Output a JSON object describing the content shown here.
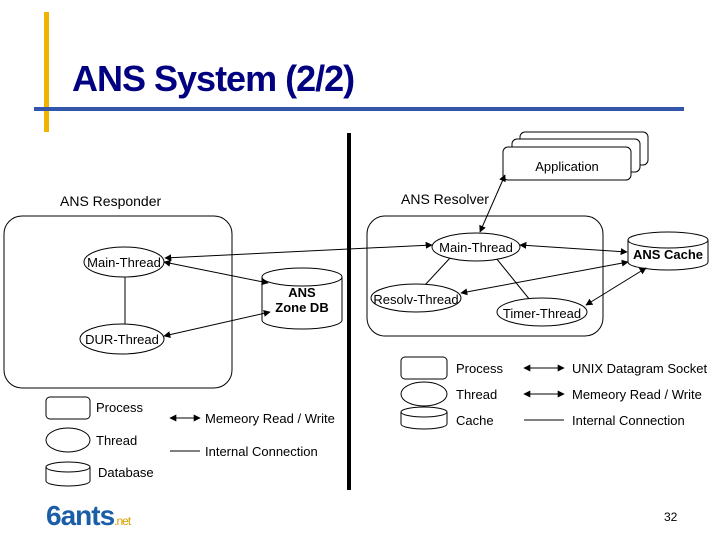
{
  "slide": {
    "title": "ANS System (2/2)",
    "page_number": "32",
    "logo_text": "6ants",
    "logo_suffix": ".net"
  },
  "colors": {
    "title": "#000080",
    "accent_bar": "#f0b400",
    "title_rule": "#3355aa"
  },
  "application": {
    "label": "Application"
  },
  "responder": {
    "heading": "ANS Responder",
    "main_thread": "Main-Thread",
    "dur_thread": "DUR-Thread",
    "zone_db": [
      "ANS",
      "Zone DB"
    ]
  },
  "resolver": {
    "heading": "ANS Resolver",
    "main_thread": "Main-Thread",
    "resolv_thread": "Resolv-Thread",
    "timer_thread": "Timer-Thread",
    "cache": "ANS Cache"
  },
  "legend_left": {
    "process": "Process",
    "thread": "Thread",
    "database": "Database",
    "memory": "Memeory Read / Write",
    "internal": "Internal Connection"
  },
  "legend_right": {
    "process": "Process",
    "thread": "Thread",
    "cache": "Cache",
    "socket": "UNIX Datagram Socket",
    "memory": "Memeory Read / Write",
    "internal": "Internal Connection"
  }
}
